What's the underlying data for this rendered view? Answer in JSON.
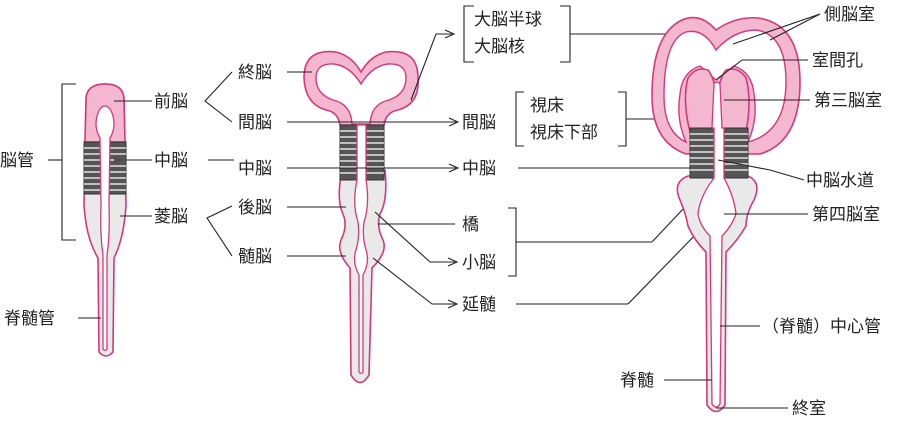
{
  "stage1": {
    "tube_label": "脳管",
    "prosencephalon": "前脳",
    "mesencephalon": "中脳",
    "rhombencephalon": "菱脳",
    "spinal_tube": "脊髄管"
  },
  "stage2": {
    "telencephalon": "終脳",
    "diencephalon": "間脳",
    "mesencephalon": "中脳",
    "metencephalon": "後脳",
    "myelencephalon": "髄脳"
  },
  "stage3": {
    "cerebrum_line1": "大脳半球",
    "cerebrum_line2": "大脳核",
    "diencephalon": "間脳",
    "thalamus": "視床",
    "hypothalamus": "視床下部",
    "midbrain": "中脳",
    "pons": "橋",
    "cerebellum": "小脳",
    "medulla": "延髄"
  },
  "ventricles": {
    "lateral": "側脳室",
    "foramen": "室間孔",
    "third": "第三脳室",
    "aqueduct": "中脳水道",
    "fourth": "第四脳室",
    "central_canal": "（脊髄）中心管",
    "spinal_cord": "脊髄",
    "terminal": "終室"
  },
  "colors": {
    "pink_fill": "#f3b8cf",
    "pink_line": "#d4387a",
    "gray_fill": "#e9e9ea",
    "stripe_band": "#555555"
  }
}
